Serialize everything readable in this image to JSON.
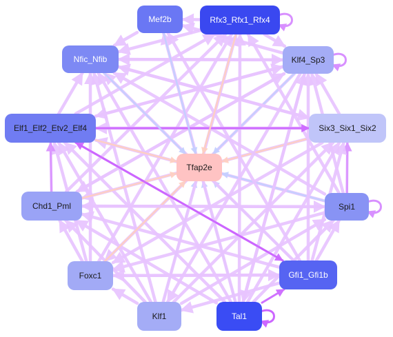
{
  "nodes": [
    {
      "id": "mef2b",
      "label": "Mef2b",
      "fill": "#6a77f4",
      "text": "#ffffff"
    },
    {
      "id": "rfx",
      "label": "Rfx3_Rfx1_Rfx4",
      "fill": "#3a48f0",
      "text": "#ffffff"
    },
    {
      "id": "nfic",
      "label": "Nfic_Nfib",
      "fill": "#7d89f4",
      "text": "#ffffff"
    },
    {
      "id": "klf4",
      "label": "Klf4_Sp3",
      "fill": "#a4acf6",
      "text": "#1a1a1a"
    },
    {
      "id": "elf",
      "label": "Elf1_Elf2_Etv2_Elf4",
      "fill": "#707cf2",
      "text": "#1a1a1a"
    },
    {
      "id": "six",
      "label": "Six3_Six1_Six2",
      "fill": "#c0c5f9",
      "text": "#1a1a1a"
    },
    {
      "id": "tfap",
      "label": "Tfap2e",
      "fill": "#ffc3c3",
      "text": "#1a1a1a"
    },
    {
      "id": "chd",
      "label": "Chd1_Pml",
      "fill": "#9aa3f6",
      "text": "#1a1a1a"
    },
    {
      "id": "spi",
      "label": "Spi1",
      "fill": "#8893f4",
      "text": "#1a1a1a"
    },
    {
      "id": "foxc",
      "label": "Foxc1",
      "fill": "#a2aaf6",
      "text": "#1a1a1a"
    },
    {
      "id": "gfi",
      "label": "Gfi1_Gfi1b",
      "fill": "#5664f2",
      "text": "#ffffff"
    },
    {
      "id": "klf1",
      "label": "Klf1",
      "fill": "#a4acf6",
      "text": "#1a1a1a"
    },
    {
      "id": "tal",
      "label": "Tal1",
      "fill": "#3a4cf4",
      "text": "#ffffff"
    }
  ],
  "edges": [
    {
      "from": "rfx",
      "to": "mef2b",
      "color": "#e8c4ff"
    },
    {
      "from": "klf4",
      "to": "mef2b",
      "color": "#e8c4ff"
    },
    {
      "from": "klf4",
      "to": "nfic",
      "color": "#e8c4ff"
    },
    {
      "from": "rfx",
      "to": "nfic",
      "color": "#e8c4ff"
    },
    {
      "from": "klf4",
      "to": "elf",
      "color": "#e8c4ff"
    },
    {
      "from": "klf4",
      "to": "chd",
      "color": "#e8c4ff"
    },
    {
      "from": "klf4",
      "to": "foxc",
      "color": "#e8c4ff"
    },
    {
      "from": "klf4",
      "to": "klf1",
      "color": "#e8c4ff"
    },
    {
      "from": "klf4",
      "to": "tal",
      "color": "#e8c4ff"
    },
    {
      "from": "klf4",
      "to": "tfap",
      "color": "#c4d0ff"
    },
    {
      "from": "six",
      "to": "klf4",
      "color": "#e8c4ff"
    },
    {
      "from": "six",
      "to": "elf",
      "color": "#e8c4ff"
    },
    {
      "from": "six",
      "to": "nfic",
      "color": "#e8c4ff"
    },
    {
      "from": "six",
      "to": "chd",
      "color": "#e8c4ff"
    },
    {
      "from": "six",
      "to": "foxc",
      "color": "#e8c4ff"
    },
    {
      "from": "six",
      "to": "tfap",
      "color": "#ffd0c0"
    },
    {
      "from": "spi",
      "to": "six",
      "color": "#d890ff"
    },
    {
      "from": "spi",
      "to": "elf",
      "color": "#e8c4ff"
    },
    {
      "from": "spi",
      "to": "nfic",
      "color": "#e8c4ff"
    },
    {
      "from": "spi",
      "to": "chd",
      "color": "#e8c4ff"
    },
    {
      "from": "spi",
      "to": "foxc",
      "color": "#e8c4ff"
    },
    {
      "from": "spi",
      "to": "tfap",
      "color": "#c4d0ff"
    },
    {
      "from": "spi",
      "to": "klf4",
      "color": "#e8c4ff"
    },
    {
      "from": "spi",
      "to": "rfx",
      "color": "#e8c4ff"
    },
    {
      "from": "gfi",
      "to": "tfap",
      "color": "#c4d0ff"
    },
    {
      "from": "gfi",
      "to": "klf4",
      "color": "#e8c4ff"
    },
    {
      "from": "gfi",
      "to": "six",
      "color": "#e8c4ff"
    },
    {
      "from": "gfi",
      "to": "spi",
      "color": "#e8c4ff"
    },
    {
      "from": "gfi",
      "to": "elf",
      "color": "#cc66ff"
    },
    {
      "from": "gfi",
      "to": "nfic",
      "color": "#e8c4ff"
    },
    {
      "from": "gfi",
      "to": "chd",
      "color": "#e8c4ff"
    },
    {
      "from": "gfi",
      "to": "foxc",
      "color": "#e8c4ff"
    },
    {
      "from": "gfi",
      "to": "klf1",
      "color": "#e8c4ff"
    },
    {
      "from": "gfi",
      "to": "mef2b",
      "color": "#e8c4ff"
    },
    {
      "from": "tal",
      "to": "tfap",
      "color": "#c4d0ff"
    },
    {
      "from": "tal",
      "to": "klf4",
      "color": "#e8c4ff"
    },
    {
      "from": "tal",
      "to": "six",
      "color": "#e8c4ff"
    },
    {
      "from": "tal",
      "to": "spi",
      "color": "#e8c4ff"
    },
    {
      "from": "tal",
      "to": "nfic",
      "color": "#e8c4ff"
    },
    {
      "from": "tal",
      "to": "elf",
      "color": "#e8c4ff"
    },
    {
      "from": "tal",
      "to": "chd",
      "color": "#e8c4ff"
    },
    {
      "from": "tal",
      "to": "mef2b",
      "color": "#e8c4ff"
    },
    {
      "from": "tal",
      "to": "rfx",
      "color": "#e8c4ff"
    },
    {
      "from": "tal",
      "to": "gfi",
      "color": "#cc66ff"
    },
    {
      "from": "klf1",
      "to": "tfap",
      "color": "#c4d0ff"
    },
    {
      "from": "klf1",
      "to": "foxc",
      "color": "#e8c4ff"
    },
    {
      "from": "klf1",
      "to": "chd",
      "color": "#e8c4ff"
    },
    {
      "from": "klf1",
      "to": "elf",
      "color": "#e8c4ff"
    },
    {
      "from": "klf1",
      "to": "nfic",
      "color": "#e8c4ff"
    },
    {
      "from": "klf1",
      "to": "six",
      "color": "#e8c4ff"
    },
    {
      "from": "klf1",
      "to": "spi",
      "color": "#e8c4ff"
    },
    {
      "from": "klf1",
      "to": "rfx",
      "color": "#e8c4ff"
    },
    {
      "from": "foxc",
      "to": "tfap",
      "color": "#ffd0c0"
    },
    {
      "from": "foxc",
      "to": "chd",
      "color": "#e8c4ff"
    },
    {
      "from": "foxc",
      "to": "elf",
      "color": "#e8c4ff"
    },
    {
      "from": "foxc",
      "to": "nfic",
      "color": "#e8c4ff"
    },
    {
      "from": "foxc",
      "to": "rfx",
      "color": "#e8c4ff"
    },
    {
      "from": "foxc",
      "to": "gfi",
      "color": "#e8c4ff"
    },
    {
      "from": "chd",
      "to": "elf",
      "color": "#d890ff"
    },
    {
      "from": "chd",
      "to": "tfap",
      "color": "#ffd0c0"
    },
    {
      "from": "chd",
      "to": "rfx",
      "color": "#e8c4ff"
    },
    {
      "from": "chd",
      "to": "spi",
      "color": "#e8c4ff"
    },
    {
      "from": "chd",
      "to": "klf4",
      "color": "#e8c4ff"
    },
    {
      "from": "elf",
      "to": "nfic",
      "color": "#e8c4ff"
    },
    {
      "from": "elf",
      "to": "six",
      "color": "#cc66ff"
    },
    {
      "from": "elf",
      "to": "tfap",
      "color": "#ffd0c0"
    },
    {
      "from": "elf",
      "to": "rfx",
      "color": "#e8c4ff"
    },
    {
      "from": "elf",
      "to": "klf4",
      "color": "#e8c4ff"
    },
    {
      "from": "elf",
      "to": "gfi",
      "color": "#cc66ff"
    },
    {
      "from": "nfic",
      "to": "klf4",
      "color": "#e8c4ff"
    },
    {
      "from": "nfic",
      "to": "tfap",
      "color": "#c4d0ff"
    },
    {
      "from": "nfic",
      "to": "six",
      "color": "#e8c4ff"
    },
    {
      "from": "rfx",
      "to": "tfap",
      "color": "#ffd0c0"
    },
    {
      "from": "rfx",
      "to": "klf4",
      "color": "#e8c4ff"
    },
    {
      "from": "mef2b",
      "to": "tfap",
      "color": "#c4d0ff"
    },
    {
      "from": "mef2b",
      "to": "nfic",
      "color": "#e8c4ff"
    }
  ],
  "self_loops": [
    "rfx",
    "klf4",
    "spi",
    "tal"
  ]
}
